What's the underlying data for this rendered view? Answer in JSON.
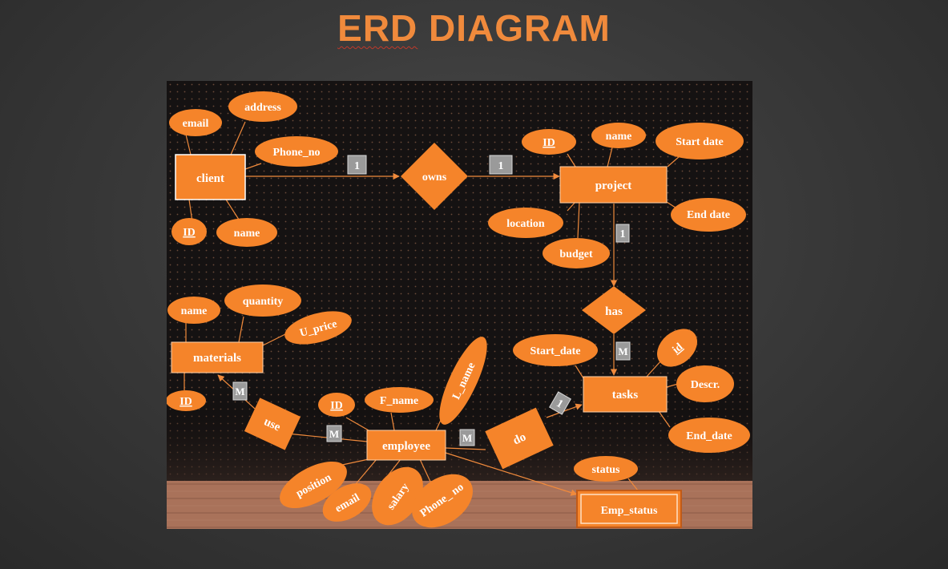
{
  "title": {
    "prefix": "ERD",
    "rest": " DIAGRAM"
  },
  "colors": {
    "accent": "#f08a3c",
    "shape_fill": "#f5842a",
    "line": "#f08a3c",
    "card_bg": "#9a9a9a",
    "floor": "#a9725a"
  },
  "entities": [
    {
      "id": "client",
      "label": "client"
    },
    {
      "id": "project",
      "label": "project"
    },
    {
      "id": "materials",
      "label": "materials"
    },
    {
      "id": "tasks",
      "label": "tasks"
    },
    {
      "id": "employee",
      "label": "employee"
    },
    {
      "id": "emp_status",
      "label": "Emp_status"
    }
  ],
  "relationships": [
    {
      "id": "owns",
      "label": "owns"
    },
    {
      "id": "has",
      "label": "has"
    },
    {
      "id": "use",
      "label": "use"
    },
    {
      "id": "do",
      "label": "do"
    }
  ],
  "attributes": [
    {
      "id": "client_email",
      "label": "email"
    },
    {
      "id": "client_address",
      "label": "address"
    },
    {
      "id": "client_phone",
      "label": "Phone_no"
    },
    {
      "id": "client_id",
      "label": "ID",
      "key": true
    },
    {
      "id": "client_name",
      "label": "name"
    },
    {
      "id": "project_id",
      "label": "ID",
      "key": true
    },
    {
      "id": "project_name",
      "label": "name"
    },
    {
      "id": "project_start",
      "label": "Start date"
    },
    {
      "id": "project_end",
      "label": "End date"
    },
    {
      "id": "project_location",
      "label": "location"
    },
    {
      "id": "project_budget",
      "label": "budget"
    },
    {
      "id": "mat_name",
      "label": "name"
    },
    {
      "id": "mat_quantity",
      "label": "quantity"
    },
    {
      "id": "mat_uprice",
      "label": "U_price"
    },
    {
      "id": "mat_id",
      "label": "ID",
      "key": true
    },
    {
      "id": "task_start",
      "label": "Start_date"
    },
    {
      "id": "task_id",
      "label": "id",
      "key": true
    },
    {
      "id": "task_descr",
      "label": "Descr."
    },
    {
      "id": "task_end",
      "label": "End_date"
    },
    {
      "id": "status",
      "label": "status"
    },
    {
      "id": "emp_id",
      "label": "ID",
      "key": true
    },
    {
      "id": "emp_fname",
      "label": "F_name"
    },
    {
      "id": "emp_lname",
      "label": "L_name"
    },
    {
      "id": "emp_position",
      "label": "position"
    },
    {
      "id": "emp_email",
      "label": "email"
    },
    {
      "id": "emp_salary",
      "label": "salary"
    },
    {
      "id": "emp_phone",
      "label": "Phone_ no"
    }
  ],
  "cardinalities": [
    {
      "id": "c_client_owns",
      "label": "1"
    },
    {
      "id": "c_owns_project",
      "label": "1"
    },
    {
      "id": "c_project_has",
      "label": "1"
    },
    {
      "id": "c_has_tasks",
      "label": "M"
    },
    {
      "id": "c_use_materials",
      "label": "M"
    },
    {
      "id": "c_employee_use",
      "label": "M"
    },
    {
      "id": "c_employee_do",
      "label": "M"
    },
    {
      "id": "c_do_tasks",
      "label": "1"
    }
  ]
}
